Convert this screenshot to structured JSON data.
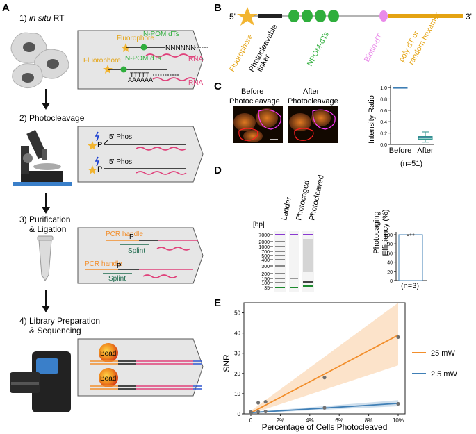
{
  "panelA": {
    "letter": "A",
    "step1_prefix": "1) ",
    "step1_italic": "in situ",
    "step1_suffix": " RT",
    "fluorophore": "Fluorophore",
    "npom": "N-POM dTs",
    "seq_n": "NNNNNN",
    "seq_t": "TTTTT",
    "seq_a": "AAAAAA",
    "rna": "RNA",
    "step2": "2) Photocleavage",
    "phos": "5' Phos",
    "p": "P",
    "step3_line1": "3) Purification",
    "step3_line2": "& Ligation",
    "pcr_handle": "PCR handle",
    "splint": "Splint",
    "step4_line1": "4) Library Preparation",
    "step4_line2": "& Sequencing",
    "bead": "Bead"
  },
  "panelB": {
    "letter": "B",
    "five_prime": "5'",
    "three_prime": "3'",
    "fluorophore": "Fluorophore",
    "linker_line1": "Photocleavable",
    "linker_line2": "linker",
    "npom": "NPOM-dTs",
    "biotin": "Biotin-dT",
    "polydt_line1": "poly dT or",
    "polydt_line2": "random hexamer",
    "colors": {
      "fluorophore": "#f2b531",
      "npom": "#2fae3c",
      "biotin": "#e98ae9",
      "polydt": "#e4a312",
      "linker": "#222222"
    }
  },
  "panelC": {
    "letter": "C",
    "before_line1": "Before",
    "before_line2": "Photocleavage",
    "after_line1": "After",
    "after_line2": "Photocleavage",
    "chart_data": {
      "type": "box",
      "ylabel": "Intensity Ratio",
      "categories": [
        "Before",
        "After"
      ],
      "ylim": [
        0,
        1.05
      ],
      "yticks": [
        "0.0",
        "0.2",
        "0.4",
        "0.6",
        "0.8",
        "1.0"
      ],
      "boxes": [
        {
          "category": "Before",
          "min": 1.0,
          "q1": 1.0,
          "median": 1.0,
          "q3": 1.0,
          "max": 1.0
        },
        {
          "category": "After",
          "min": 0.04,
          "q1": 0.09,
          "median": 0.12,
          "q3": 0.14,
          "max": 0.22
        }
      ],
      "note": "(n=51)"
    }
  },
  "panelD": {
    "letter": "D",
    "bp_label": "[bp]",
    "lanes": [
      "Ladder",
      "Photocaged",
      "Photocleaved"
    ],
    "ladder_ticks": [
      "7000",
      "2000",
      "1000",
      "700",
      "500",
      "400",
      "300",
      "200",
      "150",
      "100",
      "35"
    ],
    "chart_data": {
      "type": "bar",
      "ylabel": "Photocaging Efficiency (%)",
      "categories": [
        ""
      ],
      "values": [
        100
      ],
      "points": [
        99,
        100,
        100
      ],
      "ylim": [
        0,
        100
      ],
      "yticks": [
        "0",
        "20",
        "40",
        "60",
        "80",
        "100"
      ],
      "note": "(n=3)"
    }
  },
  "panelE": {
    "letter": "E",
    "chart_data": {
      "type": "line",
      "xlabel": "Percentage of Cells Photocleaved",
      "ylabel": "SNR",
      "xlim": [
        0,
        10
      ],
      "ylim": [
        0,
        55
      ],
      "xticks": [
        "0",
        "2%",
        "4%",
        "6%",
        "8%",
        "10%"
      ],
      "yticks": [
        "0",
        "10",
        "20",
        "30",
        "40",
        "50"
      ],
      "series": [
        {
          "name": "25 mW",
          "color": "#f28e2b",
          "x": [
            0,
            0.5,
            1,
            5,
            10
          ],
          "y": [
            1,
            5.5,
            6,
            18,
            38
          ],
          "fit": [
            0.5,
            39
          ],
          "band_hi": [
            1.5,
            55
          ],
          "band_lo": [
            0,
            24
          ]
        },
        {
          "name": "2.5 mW",
          "color": "#3f7fb6",
          "x": [
            0,
            0.5,
            1,
            5,
            10
          ],
          "y": [
            0.5,
            1,
            1.2,
            3,
            5
          ],
          "fit": [
            0.6,
            5.2
          ],
          "band_hi": [
            0.9,
            6.8
          ],
          "band_lo": [
            0.3,
            3.8
          ]
        }
      ]
    }
  }
}
